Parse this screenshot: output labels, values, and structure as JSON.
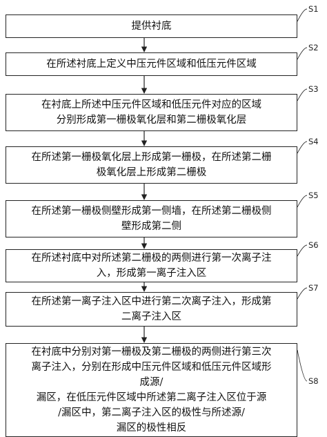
{
  "steps": [
    {
      "label": "S1",
      "lines": [
        "提供衬底"
      ]
    },
    {
      "label": "S2",
      "lines": [
        "在所述衬底上定义中压元件区域和低压元件区域"
      ]
    },
    {
      "label": "S3",
      "lines": [
        "在衬底上所述中压元件区域和低压元件对应的区域",
        "分别形成第一栅极氧化层和第二栅极氧化层"
      ]
    },
    {
      "label": "S4",
      "lines": [
        "在所述第一栅极氧化层上形成第一栅极，在所述第二栅",
        "极氧化层上形成第二栅极"
      ]
    },
    {
      "label": "S5",
      "lines": [
        "在所述第一栅极侧壁形成第一侧墙，在所述第二栅极侧",
        "壁形成第二侧"
      ]
    },
    {
      "label": "S6",
      "lines": [
        "在所述衬底中对所述第二栅极的两侧进行第一次离子注",
        "入，形成第一离子注入区"
      ]
    },
    {
      "label": "S7",
      "lines": [
        "在所述第一离子注入区中进行第二次离子注入，形成第",
        "二离子注入区"
      ]
    },
    {
      "label": "S8",
      "lines": [
        "在衬底中分别对第一栅极及第二栅极的两侧进行第三次",
        "离子注入，分别在形成中压元件区域和低压元件区域形",
        "成源/",
        "漏区，在低压元件区域中所述第二离子注入区位于源",
        "/漏区中，第二离子注入区的极性与所述源/",
        "漏区的极性相反"
      ]
    }
  ]
}
